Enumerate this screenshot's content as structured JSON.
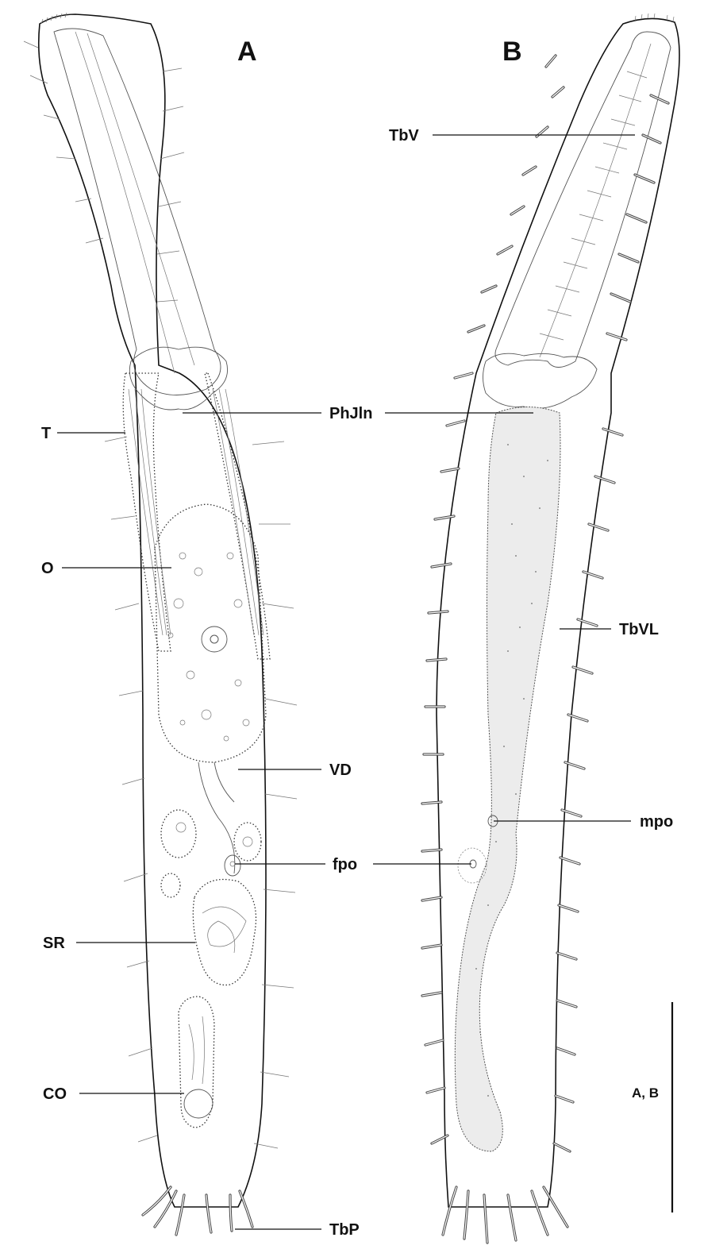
{
  "panels": {
    "a": "A",
    "b": "B"
  },
  "labels": {
    "tbv": "TbV",
    "phjln": "PhJln",
    "t": "T",
    "o": "O",
    "tbvl": "TbVL",
    "vd": "VD",
    "mpo": "mpo",
    "fpo": "fpo",
    "sr": "SR",
    "co": "CO",
    "tbp": "TbP"
  },
  "scale_bar": {
    "label": "A, B"
  }
}
